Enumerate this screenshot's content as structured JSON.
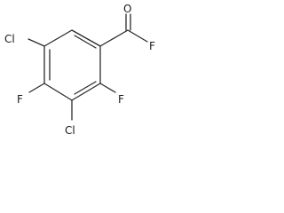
{
  "structure": {
    "atoms": {
      "cl_top_left": "Cl",
      "f_ring_left": "F",
      "cl_bottom": "Cl",
      "f_ring_right": "F",
      "o_carbonyl": "O",
      "f_acyl": "F"
    }
  }
}
